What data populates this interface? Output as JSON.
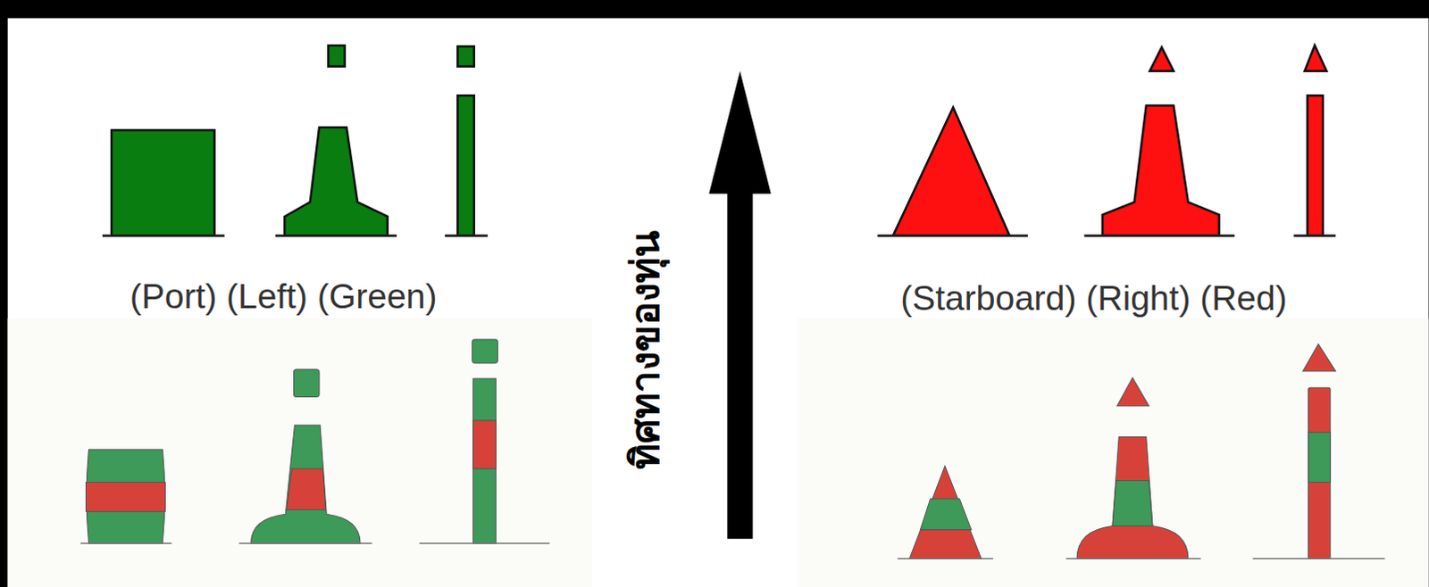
{
  "diagram": {
    "labels": [
      "(Port) (Left) (Green)",
      "(Starboard) (Right) (Red)",
      "ทิศทางของทุ่น"
    ]
  }
}
